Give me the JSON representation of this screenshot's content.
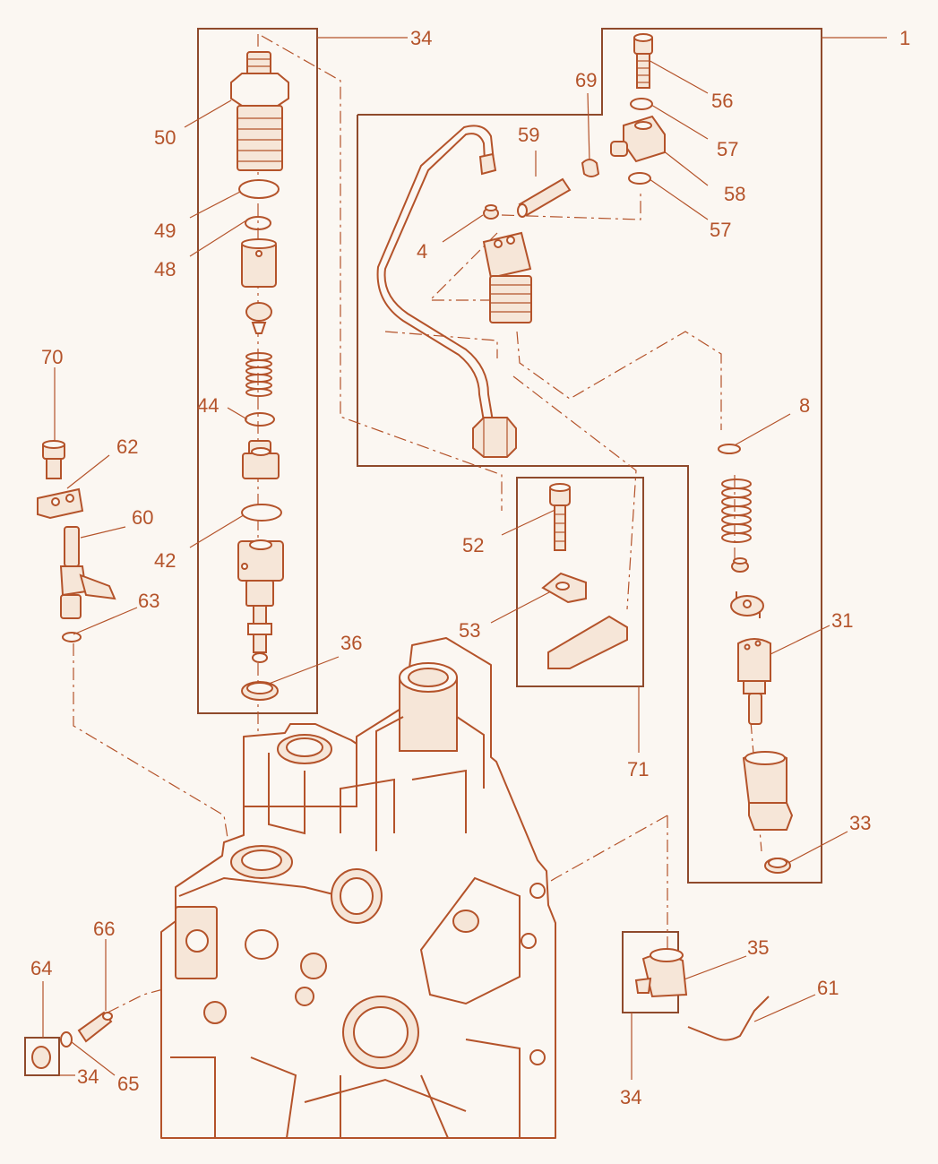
{
  "colors": {
    "line": "#b4532a",
    "frame": "#8f4a2c",
    "background": "#fbf7f2",
    "shading": "#f6e6d8"
  },
  "callouts": {
    "n1": "1",
    "n4": "4",
    "n8": "8",
    "n31": "31",
    "n33": "33",
    "n34_top": "34",
    "n34_bottom_left": "34",
    "n34_bottom_right": "34",
    "n35": "35",
    "n36": "36",
    "n42": "42",
    "n44": "44",
    "n48": "48",
    "n49": "49",
    "n50": "50",
    "n52": "52",
    "n53": "53",
    "n56": "56",
    "n57_upper": "57",
    "n57_lower": "57",
    "n58": "58",
    "n59": "59",
    "n60": "60",
    "n61": "61",
    "n62": "62",
    "n63": "63",
    "n64": "64",
    "n65": "65",
    "n66": "66",
    "n69": "69",
    "n70": "70",
    "n71": "71"
  }
}
